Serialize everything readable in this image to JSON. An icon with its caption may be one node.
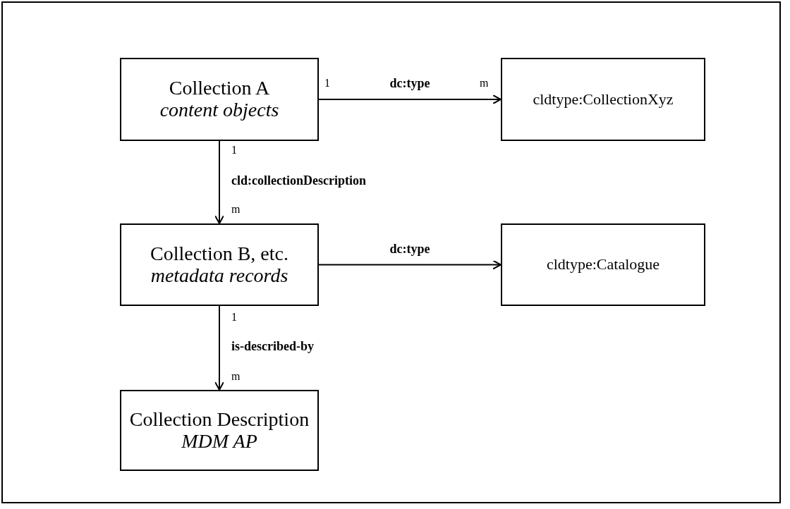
{
  "diagram": {
    "nodes": [
      {
        "text": [
          "Collection A",
          "content objects"
        ]
      },
      {
        "text": [
          "cldtype:CollectionXyz"
        ]
      },
      {
        "text": [
          "Collection B, etc.",
          "metadata records"
        ]
      },
      {
        "text": [
          "cldtype:Catalogue"
        ]
      },
      {
        "text": [
          "Collection Description",
          "MDM AP"
        ]
      }
    ],
    "edges": [
      {
        "from": 0,
        "to": 1,
        "arrow": "to",
        "label": "dc:type"
      },
      {
        "from": 0,
        "to": 2,
        "arrow": "to",
        "label": "cld:collectionDescription"
      },
      {
        "from": 2,
        "to": 3,
        "arrow": "to",
        "label": "dc:type"
      },
      {
        "from": 2,
        "to": 4,
        "arrow": "to",
        "label": "is-described-by"
      }
    ],
    "labels": [
      "1",
      "m",
      "1",
      "m",
      "1",
      "m"
    ]
  }
}
